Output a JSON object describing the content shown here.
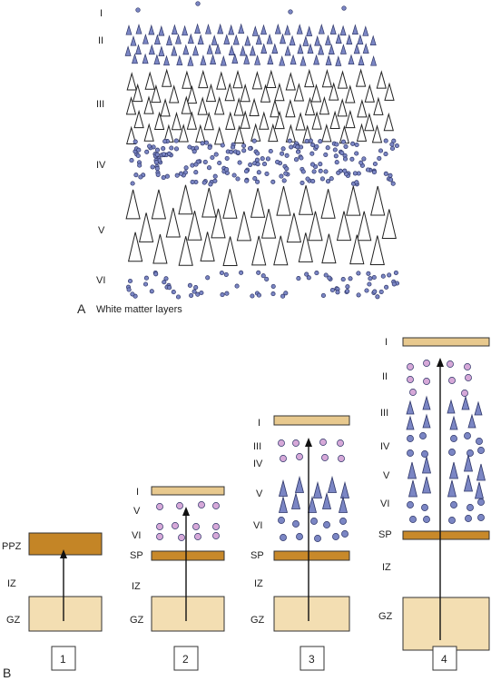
{
  "panel_a": {
    "letter": "A",
    "caption": "White matter layers",
    "layers": [
      "I",
      "II",
      "III",
      "IV",
      "V",
      "VI"
    ]
  },
  "panel_b": {
    "letter": "B",
    "stages": [
      {
        "number": "1",
        "labels": [
          "PPZ",
          "IZ",
          "GZ"
        ]
      },
      {
        "number": "2",
        "labels": [
          "I",
          "V",
          "VI",
          "SP",
          "IZ",
          "GZ"
        ]
      },
      {
        "number": "3",
        "labels": [
          "I",
          "III",
          "IV",
          "V",
          "VI",
          "SP",
          "IZ",
          "GZ"
        ]
      },
      {
        "number": "4",
        "labels": [
          "I",
          "II",
          "III",
          "IV",
          "V",
          "VI",
          "SP",
          "IZ",
          "GZ"
        ]
      }
    ]
  },
  "colors": {
    "neuron_fill": "#7b86c4",
    "neuron_stroke": "#2e3668",
    "pink_cell": "#d6a8d8",
    "marginal_layer": "#e8c98e",
    "subplate": "#c8892a",
    "germinal_zone": "#f3deb2",
    "ppz": "#c48526"
  }
}
